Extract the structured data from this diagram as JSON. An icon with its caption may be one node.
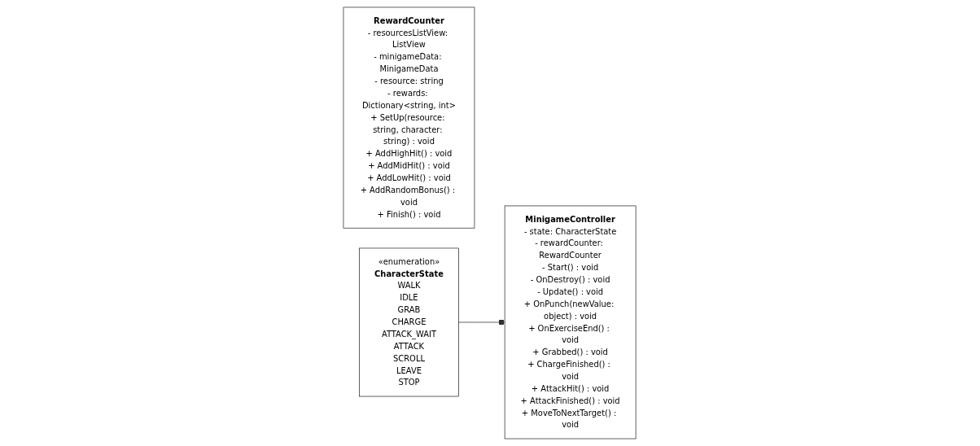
{
  "diagram": {
    "nodes": [
      {
        "text": [
          "RewardCounter",
          "- resourcesListView: ListView",
          "- minigameData: MinigameData",
          "- resource: string",
          "- rewards: Dictionary<string, int>",
          "+ SetUp(resource: string, character: string) : void",
          "+ AddHighHit() : void",
          "+ AddMidHit() : void",
          "+ AddLowHit() : void",
          "+ AddRandomBonus() : void",
          "+ Finish() : void"
        ]
      },
      {
        "text": [
          "MinigameController",
          "- state: CharacterState",
          "- rewardCounter: RewardCounter",
          "- Start() : void",
          "- OnDestroy() : void",
          "- Update() : void",
          "+ OnPunch(newValue: object) : void",
          "+ OnExerciseEnd() : void",
          "+ Grabbed() : void",
          "+ ChargeFinished() : void",
          "+ AttackHit() : void",
          "+ AttackFinished() : void",
          "+ MoveToNextTarget() : void"
        ]
      },
      {
        "text": [
          "«enumeration»",
          "CharacterState",
          "WALK",
          "IDLE",
          "GRAB",
          "CHARGE",
          "ATTACK_WAIT",
          "ATTACK",
          "SCROLL",
          "LEAVE",
          "STOP"
        ]
      }
    ],
    "edges": [
      {
        "from": 1,
        "to": 2,
        "arrow": "other"
      }
    ]
  }
}
